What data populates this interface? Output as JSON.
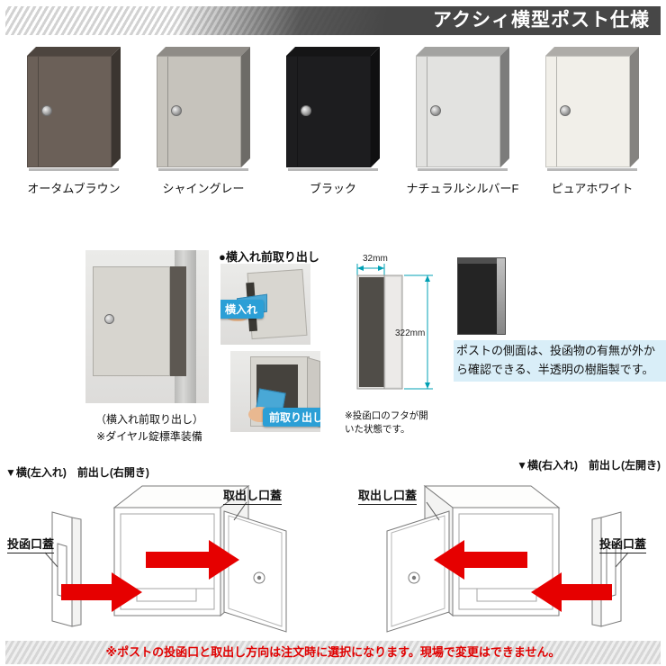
{
  "header": {
    "title": "アクシィ横型ポスト仕様"
  },
  "colors": [
    {
      "name": "オータムブラウン",
      "hex": "#6b6058"
    },
    {
      "name": "シャイングレー",
      "hex": "#c6c3bc"
    },
    {
      "name": "ブラック",
      "hex": "#1d1d1f"
    },
    {
      "name": "ナチュラルシルバーF",
      "hex": "#e2e2e0"
    },
    {
      "name": "ピュアホワイト",
      "hex": "#f1efe9"
    }
  ],
  "middle": {
    "post_caption_1": "（横入れ前取り出し）",
    "post_caption_2": "※ダイヤル錠標準装備",
    "demo_title": "●横入れ前取り出し",
    "label_insert": "横入れ",
    "label_front_takeout": "前取り出し",
    "dims": {
      "width": "32mm",
      "height": "322mm",
      "note": "※投函口のフタが開いた状態です。"
    },
    "side_note": "ポストの側面は、投函物の有無が外から確認できる、半透明の樹脂製です。"
  },
  "drawings": {
    "left": {
      "title": "▼横(左入れ)　前出し(右開き)",
      "takeout_label": "取出し口蓋",
      "insert_label": "投函口蓋"
    },
    "right": {
      "title": "▼横(右入れ)　前出し(左開き)",
      "takeout_label": "取出し口蓋",
      "insert_label": "投函口蓋"
    }
  },
  "footer": {
    "note": "※ポストの投函口と取出し方向は注文時に選択になります。現場で変更はできません。"
  },
  "accent_colors": {
    "blue_label": "#2b9fd6",
    "dim_teal": "#00a0b4",
    "arrow_red": "#e60000",
    "warning_red": "#e00000"
  }
}
